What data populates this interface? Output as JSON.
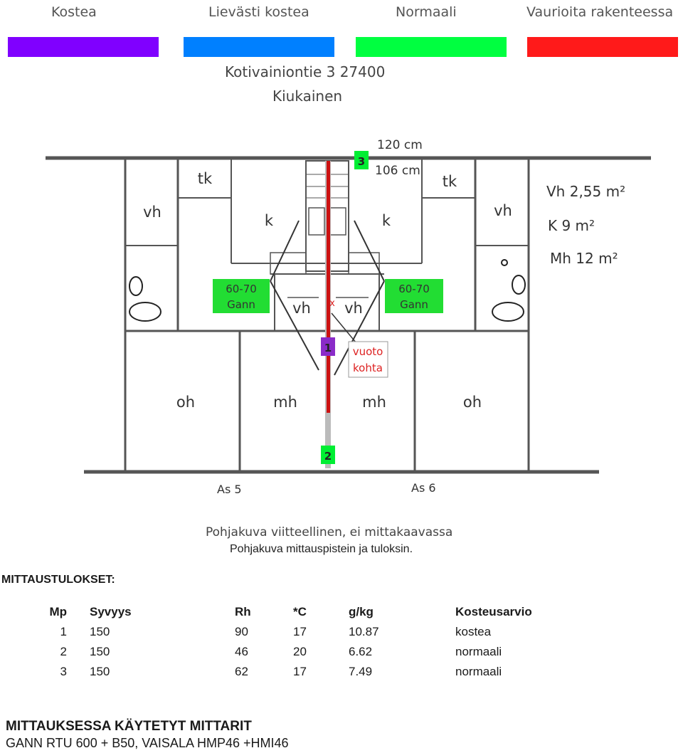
{
  "legend": [
    {
      "label": "Kostea",
      "color": "#8000ff"
    },
    {
      "label": "Lievästi kostea",
      "color": "#0080ff"
    },
    {
      "label": "Normaali",
      "color": "#00ff40"
    },
    {
      "label": "Vaurioita rakenteessa",
      "color": "#ff0000"
    }
  ],
  "address": {
    "street": "Kotivainiontie 3 27400",
    "city": "Kiukainen"
  },
  "plan": {
    "dim_outer": "120 cm",
    "dim_inner": "106 cm",
    "rooms": {
      "vh_left": "vh",
      "tk_left": "tk",
      "k_left": "k",
      "k_right": "k",
      "tk_right": "tk",
      "vh_right": "vh",
      "vh_mid_left": "vh",
      "vh_mid_right": "vh",
      "oh_left": "oh",
      "mh_left": "mh",
      "mh_right": "mh",
      "oh_right": "oh"
    },
    "gann_left": [
      "60-70",
      "Gann"
    ],
    "gann_right": [
      "60-70",
      "Gann"
    ],
    "leak": [
      "vuoto",
      "kohta"
    ],
    "leak_mark": "x",
    "points": {
      "p1": "1",
      "p2": "2",
      "p3": "3"
    },
    "areas": [
      "Vh 2,55 m²",
      "K 9 m²",
      "Mh 12 m²"
    ],
    "units": {
      "left": "As 5",
      "right": "As 6"
    }
  },
  "captions": {
    "plan_note": "Pohjakuva viitteellinen, ei mittakaavassa",
    "plan_caption": "Pohjakuva mittauspistein ja tuloksin."
  },
  "results": {
    "title": "MITTAUSTULOKSET:",
    "headers": [
      "Mp",
      "Syvyys",
      "Rh",
      "*C",
      "g/kg",
      "Kosteusarvio"
    ],
    "rows": [
      [
        "1",
        "150",
        "90",
        "17",
        "10.87",
        "kostea"
      ],
      [
        "2",
        "150",
        "46",
        "20",
        "6.62",
        "normaali"
      ],
      [
        "3",
        "150",
        "62",
        "17",
        "7.49",
        "normaali"
      ]
    ]
  },
  "meters": {
    "title": "MITTAUKSESSA KÄYTETYT MITTARIT",
    "text": "GANN RTU 600 + B50, VAISALA HMP46 +HMI46"
  }
}
